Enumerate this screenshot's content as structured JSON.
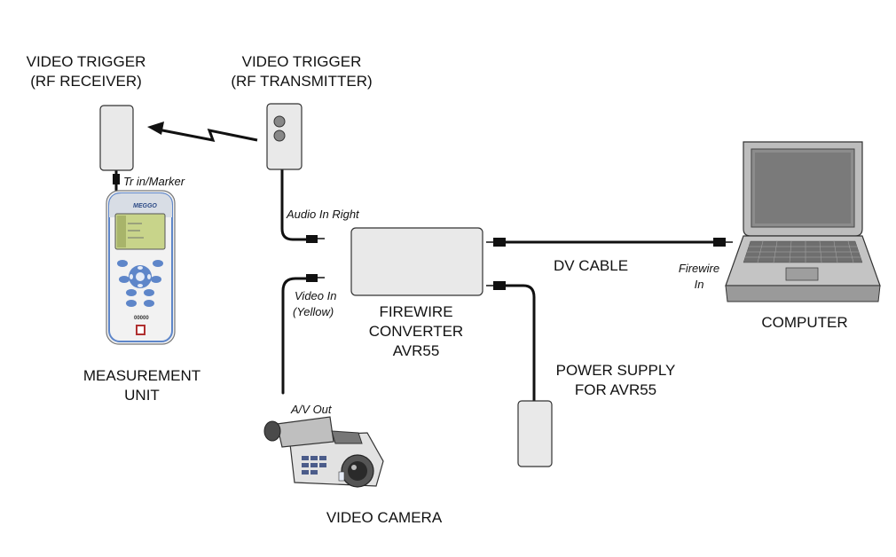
{
  "labels": {
    "rf_receiver_line1": "VIDEO TRIGGER",
    "rf_receiver_line2": "(RF RECEIVER)",
    "rf_transmitter_line1": "VIDEO TRIGGER",
    "rf_transmitter_line2": "(RF TRANSMITTER)",
    "measurement_unit_line1": "MEASUREMENT",
    "measurement_unit_line2": "UNIT",
    "firewire_converter_line1": "FIREWIRE",
    "firewire_converter_line2": "CONVERTER",
    "firewire_converter_line3": "AVR55",
    "dv_cable": "DV CABLE",
    "computer": "COMPUTER",
    "power_supply_line1": "POWER SUPPLY",
    "power_supply_line2": "FOR AVR55",
    "video_camera": "VIDEO CAMERA"
  },
  "ports": {
    "tr_in_marker": "Tr in/Marker",
    "audio_in_right": "Audio In Right",
    "video_in_line1": "Video In",
    "video_in_line2": "(Yellow)",
    "av_out": "A/V Out",
    "firewire_in_line1": "Firewire",
    "firewire_in_line2": "In"
  },
  "device": {
    "brand_logo": "MEGGO",
    "keypad_badge": "00000"
  },
  "colors": {
    "device_blue": "#5e86c9",
    "screen_green": "#c8d48a"
  }
}
